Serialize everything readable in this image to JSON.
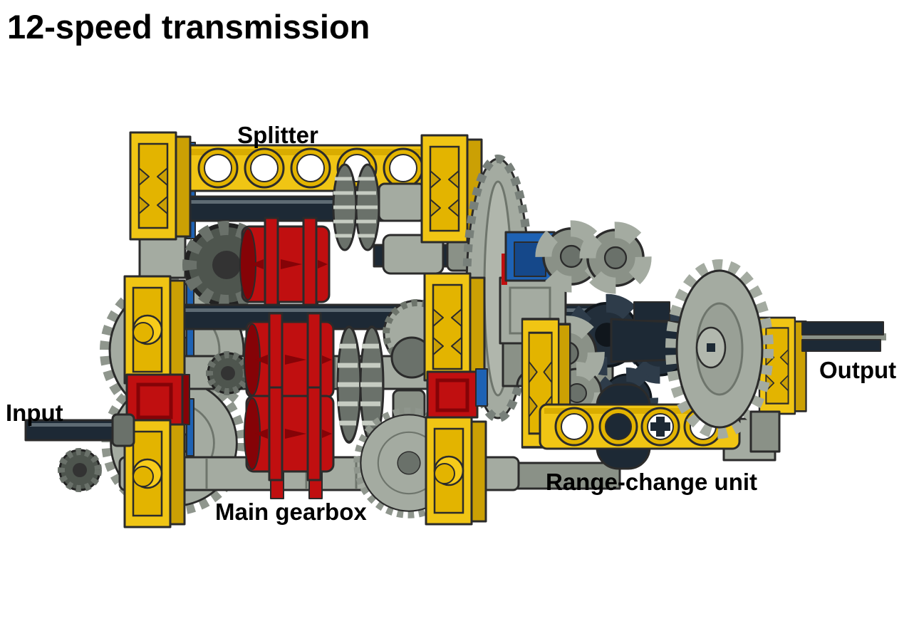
{
  "title": "12-speed transmission",
  "diagram": {
    "labels": {
      "splitter": "Splitter",
      "input": "Input",
      "main_gearbox": "Main gearbox",
      "range_change": "Range-change unit",
      "output": "Output"
    },
    "colors": {
      "lego_yellow": "#F0C514",
      "lego_red": "#C00F10",
      "lego_blue": "#1E62B4",
      "lego_gray": "#A4ABA1",
      "axle_dark": "#1D2935",
      "background": "#FFFFFF",
      "text": "#000000"
    }
  }
}
